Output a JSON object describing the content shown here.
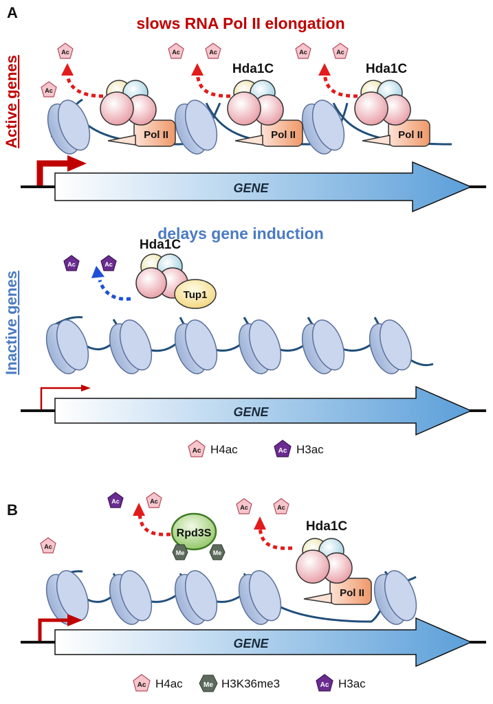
{
  "panels": {
    "a_label": "A",
    "b_label": "B"
  },
  "active": {
    "side_label": "Active genes",
    "title": "slows RNA Pol II elongation",
    "hda_label": "Hda1C",
    "pol_label": "Pol II",
    "gene_label": "GENE"
  },
  "inactive": {
    "side_label": "Inactive genes",
    "title": "delays gene induction",
    "hda_label": "Hda1C",
    "tup_label": "Tup1",
    "gene_label": "GENE"
  },
  "legend_a": {
    "h4_label": "H4ac",
    "h3_label": "H3ac"
  },
  "panel_b": {
    "rpd_label": "Rpd3S",
    "hda_label": "Hda1C",
    "pol_label": "Pol II",
    "gene_label": "GENE"
  },
  "legend_b": {
    "h4_label": "H4ac",
    "me_label": "H3K36me3",
    "h3_label": "H3ac"
  },
  "marks": {
    "ac": "Ac",
    "me": "Me"
  },
  "colors": {
    "active_red": "#c00000",
    "inactive_blue": "#4a7ac2",
    "dna": "#1f4e79",
    "arrow_red": "#e21b1b",
    "arrow_blue": "#1f4fd6",
    "nucleosome": "#c9d6ee",
    "h4ac": "#f6c6cc",
    "h3ac": "#6a2c91",
    "h3k36me3": "#5d6b5d",
    "rpd3s": "#a7d27a",
    "pol2": "#f4a078",
    "tup1": "#f7e08c",
    "gene_arrow": "#5a9bd8"
  }
}
